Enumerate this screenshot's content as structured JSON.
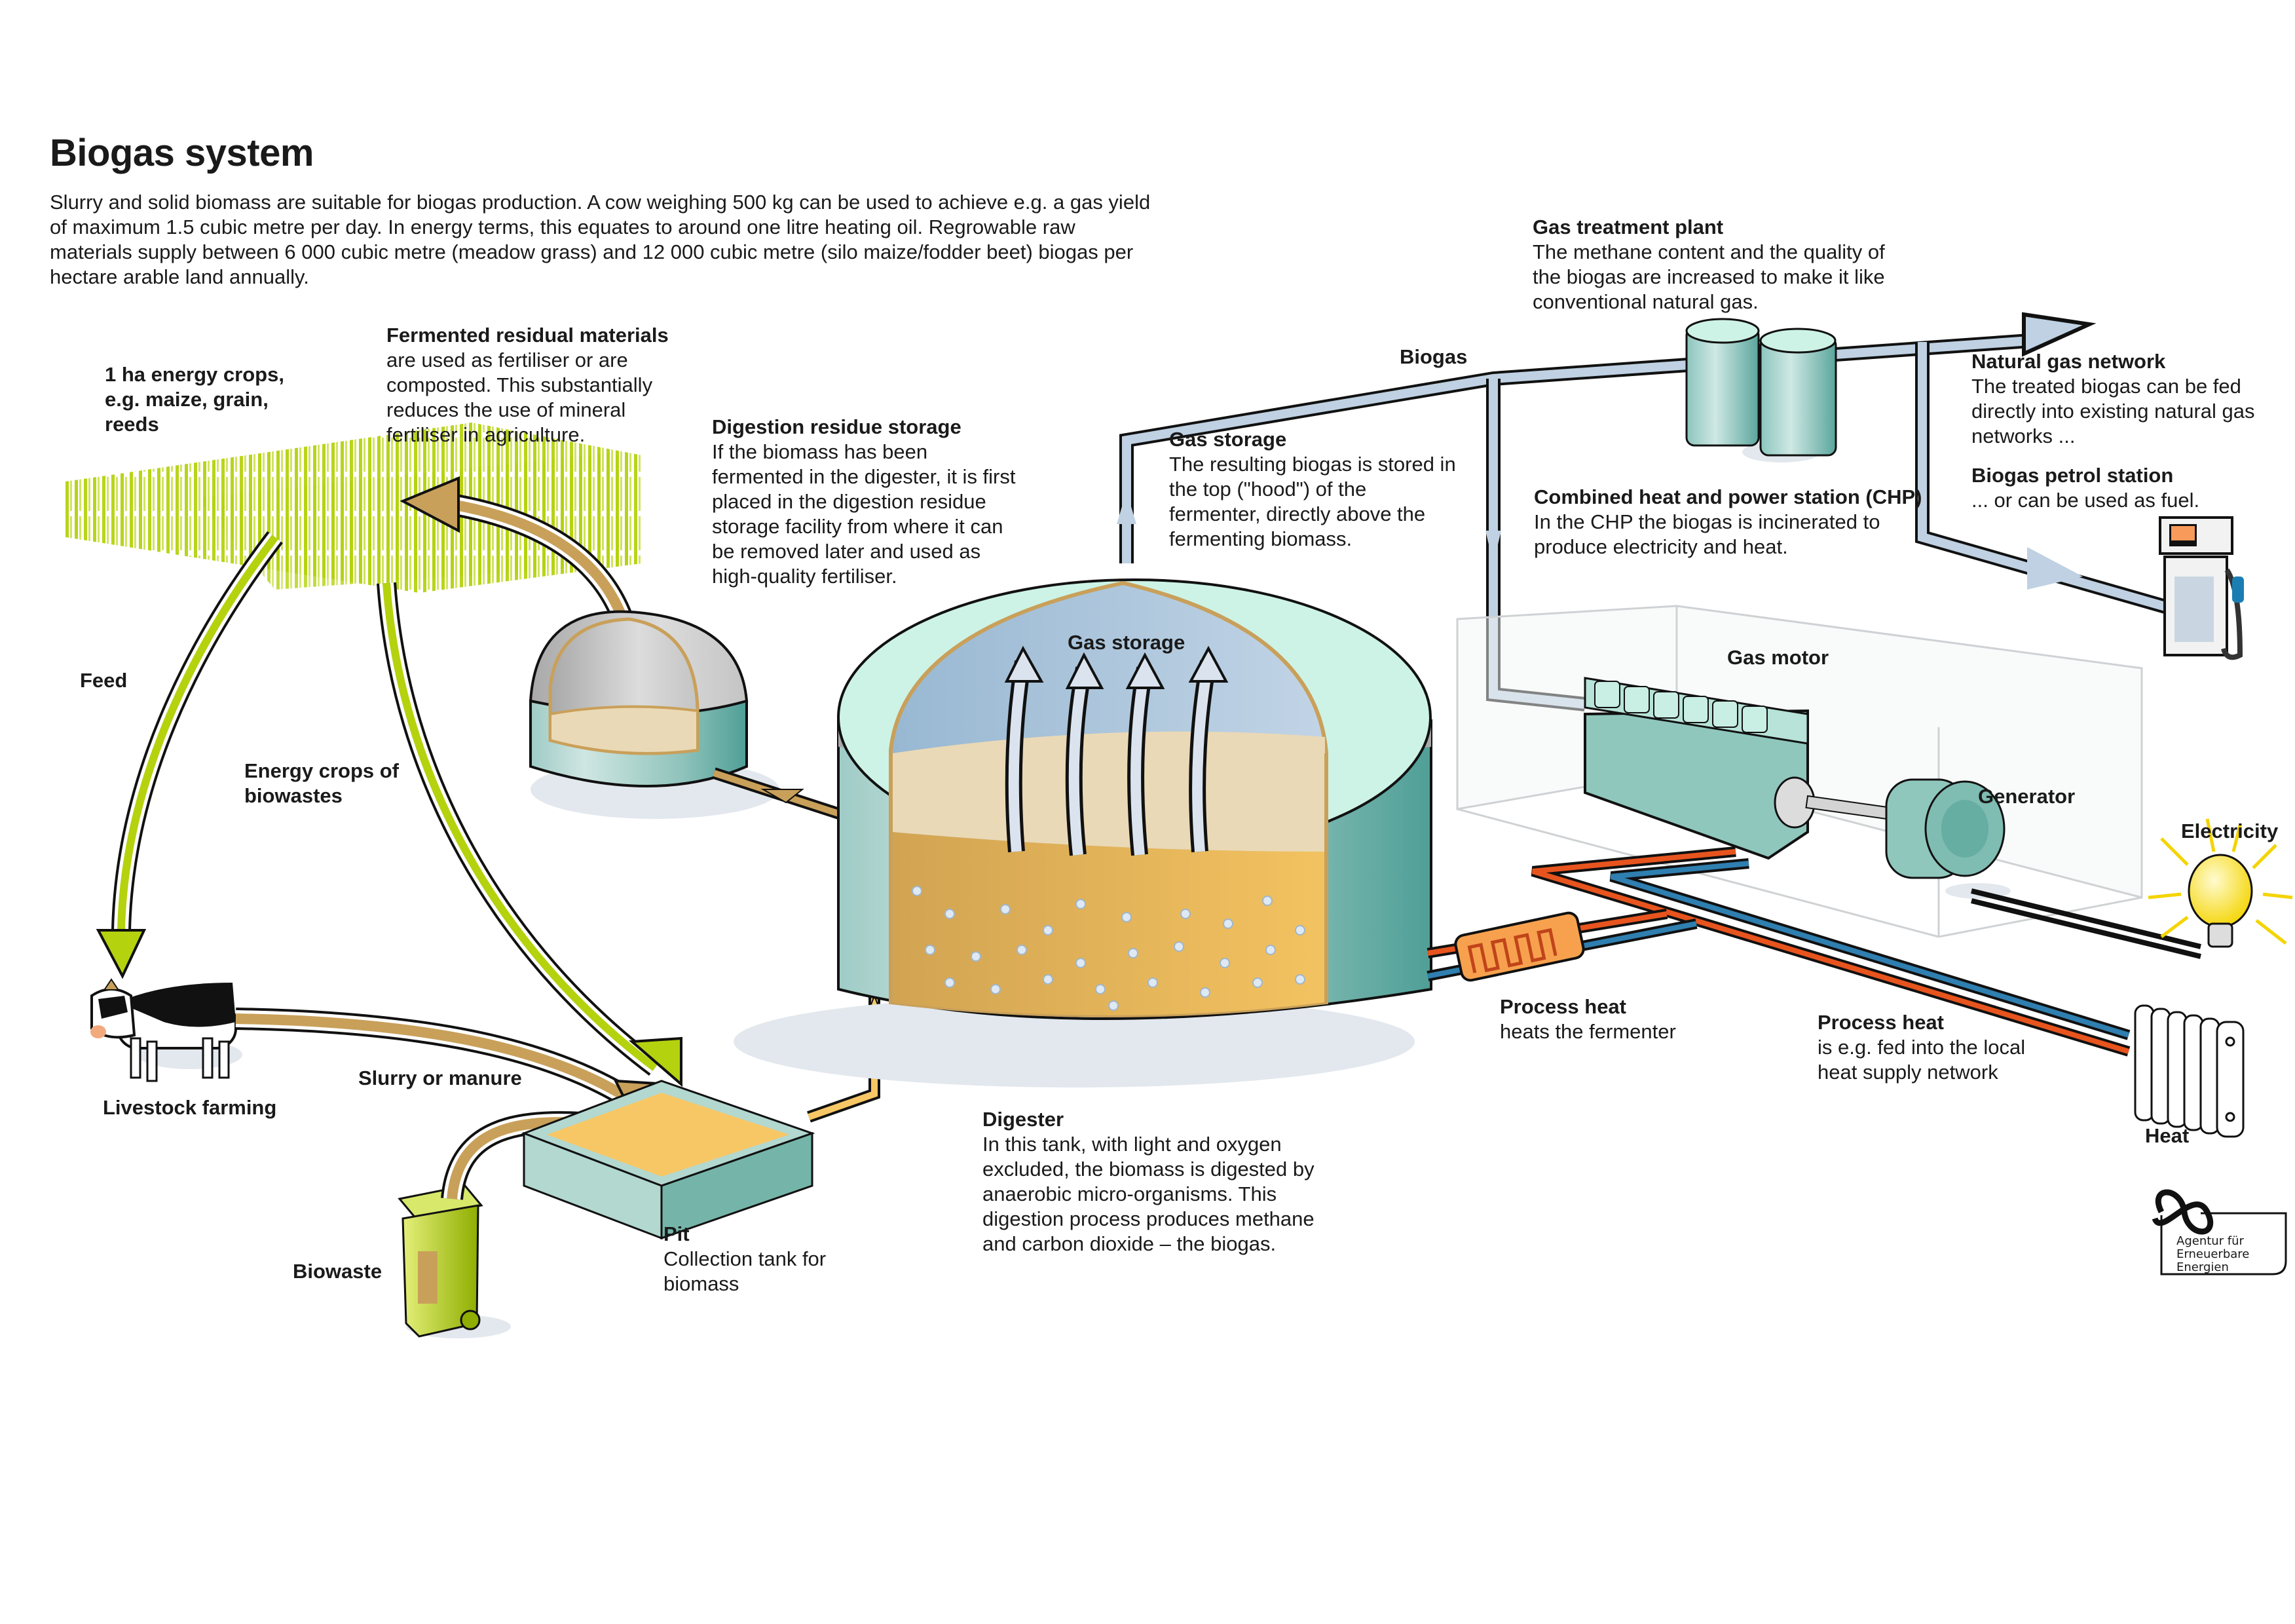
{
  "title": "Biogas system",
  "intro": "Slurry and solid biomass are suitable for biogas production. A cow weighing 500 kg can be used to achieve e.g. a gas yield of maximum 1.5 cubic metre per day. In energy terms, this equates to around one litre heating oil. Regrowable raw materials supply between 6 000 cubic metre (meadow grass) and 12 000 cubic metre (silo maize/fodder beet) biogas per hectare arable land annually.",
  "labels": {
    "energy_crops_field": "1 ha energy crops, e.g. maize, grain, reeds",
    "feed": "Feed",
    "energy_crops_biowastes": "Energy crops of biowastes",
    "livestock": "Livestock farming",
    "slurry": "Slurry or manure",
    "biowaste": "Biowaste",
    "biogas_pipe": "Biogas",
    "gas_storage_inner": "Gas storage",
    "gas_motor": "Gas motor",
    "generator": "Generator",
    "electricity": "Electricity",
    "heat": "Heat"
  },
  "blocks": {
    "fermented": {
      "heading": "Fermented residual materials",
      "body": "are used as fertiliser or are composted. This substantially reduces the use of mineral fertiliser in agriculture."
    },
    "residue_storage": {
      "heading": "Digestion residue storage",
      "body": "If the biomass has been fermented in the digester, it is first placed in the digestion residue storage facility from where it can be removed later and used as high-quality fertiliser."
    },
    "gas_storage": {
      "heading": "Gas storage",
      "body": "The resulting biogas is stored in the top (\"hood\") of the fermenter, directly above the fermenting biomass."
    },
    "gas_treatment": {
      "heading": "Gas treatment plant",
      "body": "The methane content and the quality of the biogas are increased to make it like conventional natural gas."
    },
    "chp": {
      "heading": "Combined heat and power station (CHP)",
      "body": "In the CHP the biogas is incinerated to produce electricity and heat."
    },
    "natural_gas": {
      "heading": "Natural gas network",
      "body": "The treated biogas can be fed directly into existing natural gas networks ..."
    },
    "petrol": {
      "heading": "Biogas petrol station",
      "body": "... or can be used as fuel."
    },
    "pit": {
      "heading": "Pit",
      "body": "Collection tank for biomass"
    },
    "digester": {
      "heading": "Digester",
      "body": "In this tank, with light and oxygen excluded, the biomass is digested by anaerobic micro-organisms. This digestion process produces methane and carbon dioxide – the biogas."
    },
    "process_heat_1": {
      "heading": "Process heat",
      "body": "heats the fermenter"
    },
    "process_heat_2": {
      "heading": "Process heat",
      "body": "is e.g. fed into the local heat supply network"
    }
  },
  "logo": {
    "line1": "Agentur für",
    "line2": "Erneuerbare",
    "line3": "Energien"
  },
  "colors": {
    "crop_green": "#b5d20e",
    "slurry_brown": "#c9a05a",
    "gas_blue": "#bfd1e2",
    "tank_teal": "#8cc5bd",
    "tank_top": "#cdf3e6",
    "biomass_orange": "#efbd5c",
    "hot_red": "#e8541e",
    "cold_blue": "#2f7fb0"
  }
}
